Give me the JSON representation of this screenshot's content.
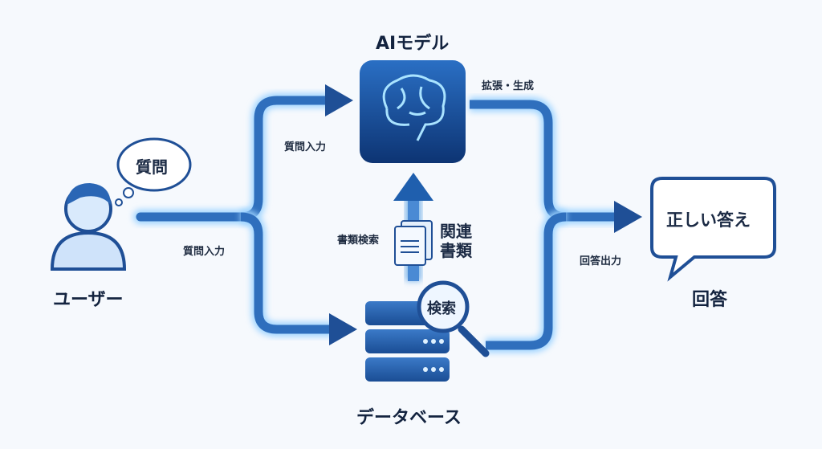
{
  "user": {
    "label": "ユーザー",
    "thought": "質問"
  },
  "ai": {
    "title": "AIモデル"
  },
  "database": {
    "label": "データベース",
    "search_badge": "検索"
  },
  "documents": {
    "action": "書類検索",
    "label_line1": "関連",
    "label_line2": "書類"
  },
  "edges": {
    "input_upper": "質問入力",
    "input_lower": "質問入力",
    "augment": "拡張・生成",
    "output": "回答出力"
  },
  "answer": {
    "bubble": "正しい答え",
    "label": "回答"
  },
  "colors": {
    "accent": "#1f5fae",
    "dark": "#123e7c",
    "glow": "#8fd0ff"
  }
}
